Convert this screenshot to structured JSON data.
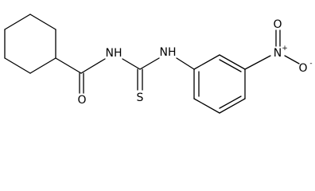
{
  "molecule": {
    "atoms": {
      "nh_left": "NH",
      "nh_right": "NH",
      "oxygen_carbonyl": "O",
      "sulfur": "S",
      "nitro_n": "N",
      "nitro_plus": "+",
      "nitro_o_top": "O",
      "nitro_o_minus": "O",
      "nitro_minus": "-"
    }
  }
}
